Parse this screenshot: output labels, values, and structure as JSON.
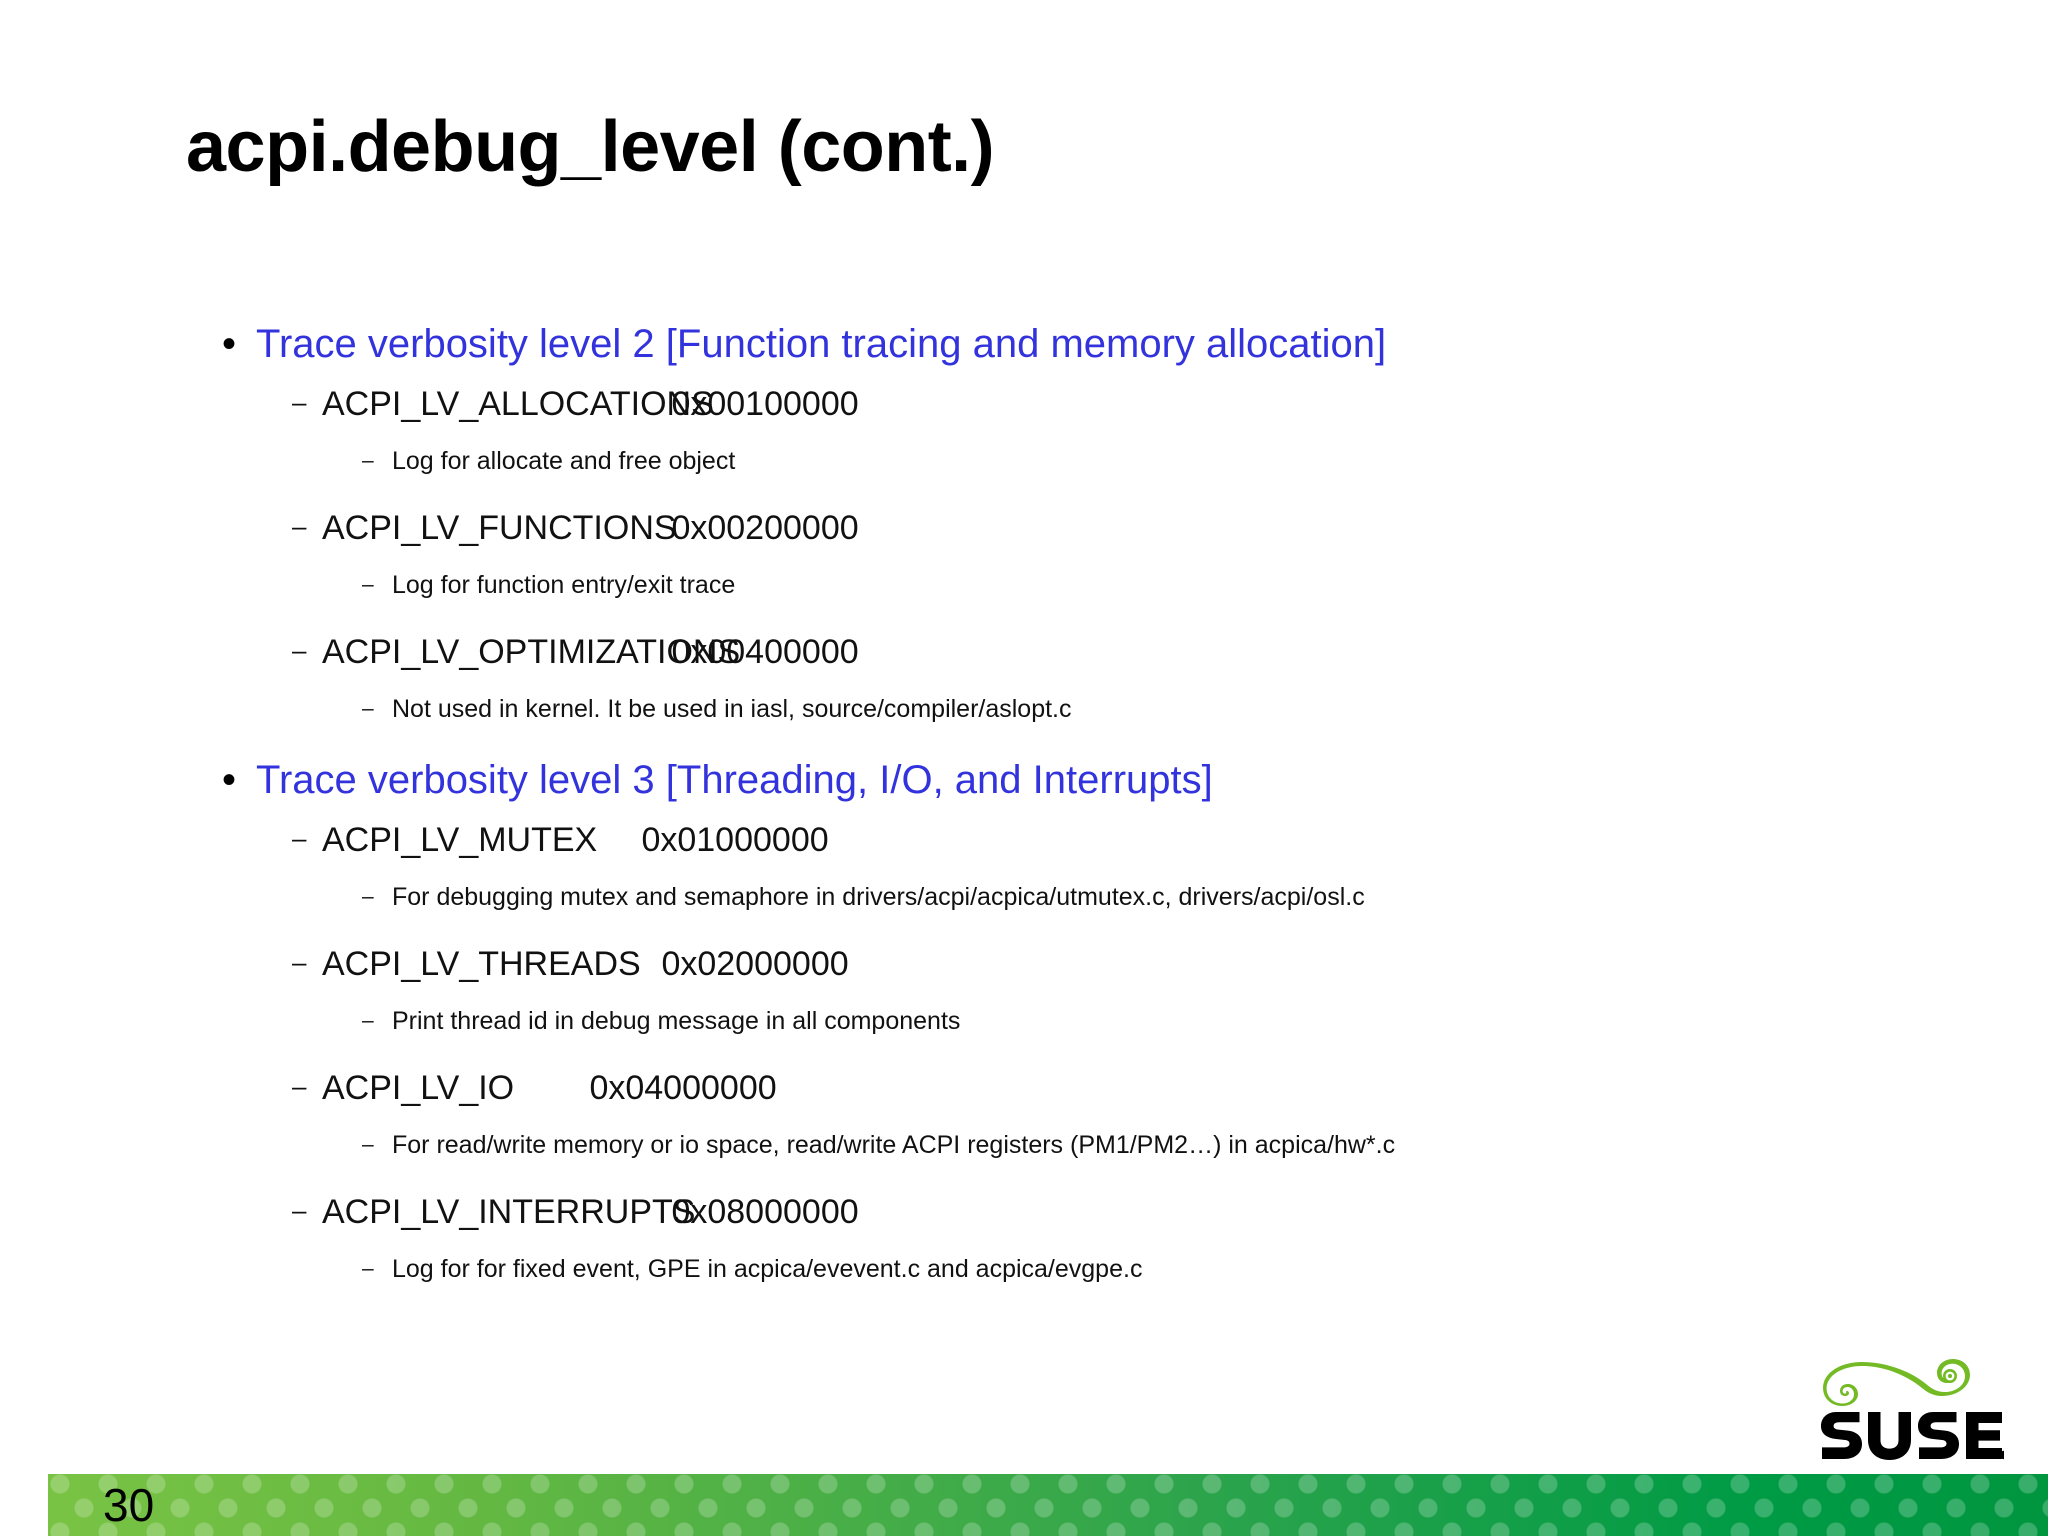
{
  "slide": {
    "title": "acpi.debug_level (cont.)",
    "page_number": "30",
    "accent_blue": "#3333DD",
    "footer_green_light": "#79C344",
    "footer_green_dark": "#00963F"
  },
  "sections": [
    {
      "heading": "Trace verbosity level 2 [Function tracing and memory allocation]",
      "items": [
        {
          "name": "ACPI_LV_ALLOCATIONS",
          "hex": "0x00100000",
          "note": "Log for allocate and free object"
        },
        {
          "name": "ACPI_LV_FUNCTIONS",
          "hex": "0x00200000",
          "note": "Log for function entry/exit trace"
        },
        {
          "name": "ACPI_LV_OPTIMIZATIONS",
          "hex": "0x00400000",
          "note": "Not used in kernel. It be used in iasl, source/compiler/aslopt.c"
        }
      ]
    },
    {
      "heading": "Trace verbosity level 3 [Threading, I/O, and Interrupts]",
      "items": [
        {
          "name": "ACPI_LV_MUTEX",
          "hex": "0x01000000",
          "note": "For debugging mutex and semaphore in drivers/acpi/acpica/utmutex.c, drivers/acpi/osl.c"
        },
        {
          "name": "ACPI_LV_THREADS",
          "hex": "0x02000000",
          "note": "Print thread id in debug message in all components"
        },
        {
          "name": "ACPI_LV_IO",
          "hex": "0x04000000",
          "note": "For read/write memory or io space, read/write ACPI registers (PM1/PM2…) in acpica/hw*.c"
        },
        {
          "name": "ACPI_LV_INTERRUPTS",
          "hex": "0x08000000",
          "note": "Log for for fixed event, GPE in acpica/evevent.c and acpica/evgpe.c"
        }
      ]
    }
  ],
  "markers": {
    "level1_bullet": "•",
    "level2_dash": "–",
    "level3_dash": "–"
  },
  "logo": {
    "wordmark": "SUSE",
    "registered": "®",
    "chameleon_color": "#73BA25",
    "wordmark_color": "#000000"
  }
}
